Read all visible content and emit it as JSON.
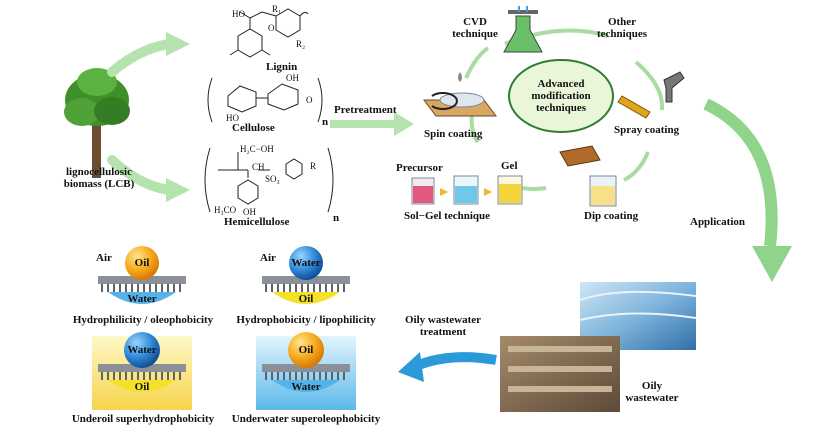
{
  "biomass": {
    "line1": "lignocellulosic",
    "line2": "biomass (LCB)"
  },
  "components": {
    "lignin": "Lignin",
    "cellulose": "Cellulose",
    "hemicellulose": "Hemicellulose",
    "subscript_n": "n",
    "lignin_atoms": {
      "ho": "HO",
      "r1": "R₁",
      "r2": "R₂",
      "o": "O"
    },
    "cellulose_atoms": {
      "oh": "OH",
      "ho": "HO",
      "o": "O"
    },
    "hemi_atoms": {
      "ch2oh": "H₂C−OH",
      "ch": "CH",
      "so3": "SO₃",
      "r": "R",
      "h3co": "H₃CO",
      "oh": "OH"
    }
  },
  "process": {
    "pretreatment": "Pretreatment",
    "application": "Application",
    "treatment_line1": "Oily wastewater",
    "treatment_line2": "treatment"
  },
  "techniques": {
    "center_line1": "Advanced",
    "center_line2": "modification",
    "center_line3": "techniques",
    "cvd_line1": "CVD",
    "cvd_line2": "technique",
    "other_line1": "Other",
    "other_line2": "techniques",
    "spin": "Spin coating",
    "spray": "Spray coating",
    "dip": "Dip coating",
    "precursor": "Precursor",
    "gel": "Gel",
    "solgel": "Sol−Gel technique"
  },
  "wastewater": {
    "line1": "Oily",
    "line2": "wastewater"
  },
  "wettability": [
    {
      "top_medium": "Air",
      "droplet": "Oil",
      "bottom_medium": "Water",
      "caption": "Hydrophilicity / oleophobicity"
    },
    {
      "top_medium": "Air",
      "droplet": "Water",
      "bottom_medium": "Oil",
      "caption": "Hydrophobicity / lipophilicity"
    },
    {
      "top_medium": "",
      "droplet": "Water",
      "bottom_medium": "Oil",
      "caption": "Underoil superhydrophobicity"
    },
    {
      "top_medium": "",
      "droplet": "Oil",
      "bottom_medium": "Water",
      "caption": "Underwater superoleophobicity"
    }
  ],
  "colors": {
    "arrow_green": "#8fd48a",
    "arrow_blue": "#2a9ad8",
    "oil": "#f5a91c",
    "water": "#2f88d6",
    "oil_pad": "#f3e12a",
    "water_pad": "#55b3e8",
    "surface": "#8a8f98",
    "circle_fill": "#eaf6d8",
    "circle_stroke": "#2e7d32"
  }
}
